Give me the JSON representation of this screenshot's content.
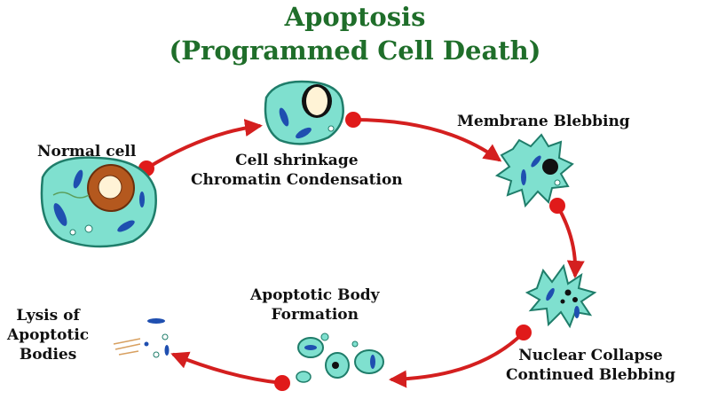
{
  "title": {
    "line1": "Apoptosis",
    "line2": "(Programmed Cell Death)"
  },
  "stages": {
    "normal": {
      "lines": [
        "Normal cell"
      ]
    },
    "shrinkage": {
      "lines": [
        "Cell shrinkage",
        "Chromatin Condensation"
      ]
    },
    "blebbing": {
      "lines": [
        "Membrane Blebbing"
      ]
    },
    "collapse": {
      "lines": [
        "Nuclear Collapse",
        "Continued Blebbing"
      ]
    },
    "body_formation": {
      "lines": [
        "Apoptotic Body",
        "Formation"
      ]
    },
    "lysis": {
      "lines": [
        "Lysis of",
        "Apoptotic",
        "Bodies"
      ]
    }
  },
  "colors": {
    "title": "#1f6e2a",
    "arrow": "#d41f1f",
    "cell_fill": "#7fe0cf",
    "cell_stroke": "#1f7d6a",
    "nucleus": "#b4581e",
    "organelle": "#1f4fb0"
  }
}
